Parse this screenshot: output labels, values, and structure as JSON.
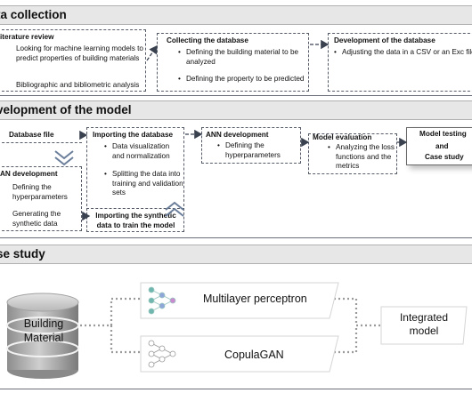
{
  "section1": {
    "title": "ta collection",
    "lit_review": {
      "title": "iterature review",
      "item1": "Looking for machine learning models to predict properties of building materials",
      "item2": "Bibliographic and bibliometric analysis"
    },
    "collecting": {
      "title": "Collecting the database",
      "item1": "Defining the building material to be analyzed",
      "item2": "Defining the property to be predicted"
    },
    "development_db": {
      "title": "Development of the database",
      "item1": "Adjusting the data in a CSV or an Exc file"
    }
  },
  "section2": {
    "title": "velopment of the model",
    "database_file": "Database file",
    "ann_dev_left": {
      "title": "AN development",
      "item1": "Defining the hyperparameters",
      "item2": "Generating the synthetic data"
    },
    "importing_db": {
      "title": "Importing the database",
      "item1": "Data visualization and normalization",
      "item2": "Splitting the data into training and validation sets"
    },
    "importing_synthetic": "Importing the synthetic data to train the model",
    "ann_dev": {
      "title": "ANN development",
      "item1": "Defining the hyperparameters"
    },
    "model_eval": {
      "title": "Model evaluation",
      "item1": "Analyzing the loss functions and the metrics"
    },
    "model_testing": {
      "line1": "Model testing",
      "line2": "and",
      "line3": "Case study"
    }
  },
  "section3": {
    "title": "se study",
    "database_label": "Building Material",
    "mlp_label": "Multilayer perceptron",
    "copula_label": "CopulaGAN",
    "integrated_label": "Integrated model"
  }
}
